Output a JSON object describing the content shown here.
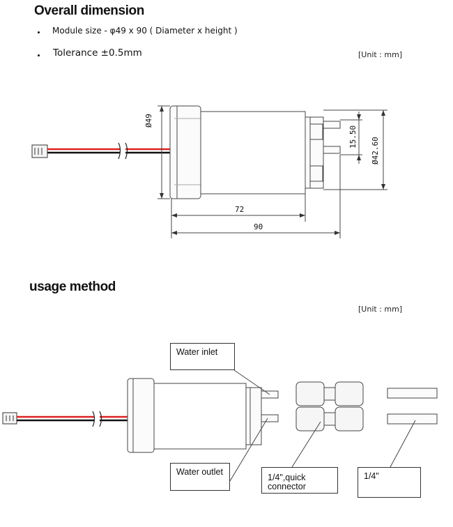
{
  "overall": {
    "title": "Overall dimension",
    "bullet1": "Module size - φ49 x 90 ( Diameter x height )",
    "bullet2": "Tolerance ±0.5mm",
    "unit": "[Unit : mm]"
  },
  "drawing": {
    "dim_diameter": "Ø49",
    "dim_port_spacing": "15.50",
    "dim_end_diameter": "Ø42.60",
    "dim_body_length": "72",
    "dim_total_length": "90"
  },
  "usage": {
    "title": "usage method",
    "unit": "[Unit : mm]",
    "water_inlet": "Water inlet",
    "water_outlet": "Water outlet",
    "connector_line1": "1/4\",quick",
    "connector_line2": "connector",
    "tube": "1/4\""
  }
}
